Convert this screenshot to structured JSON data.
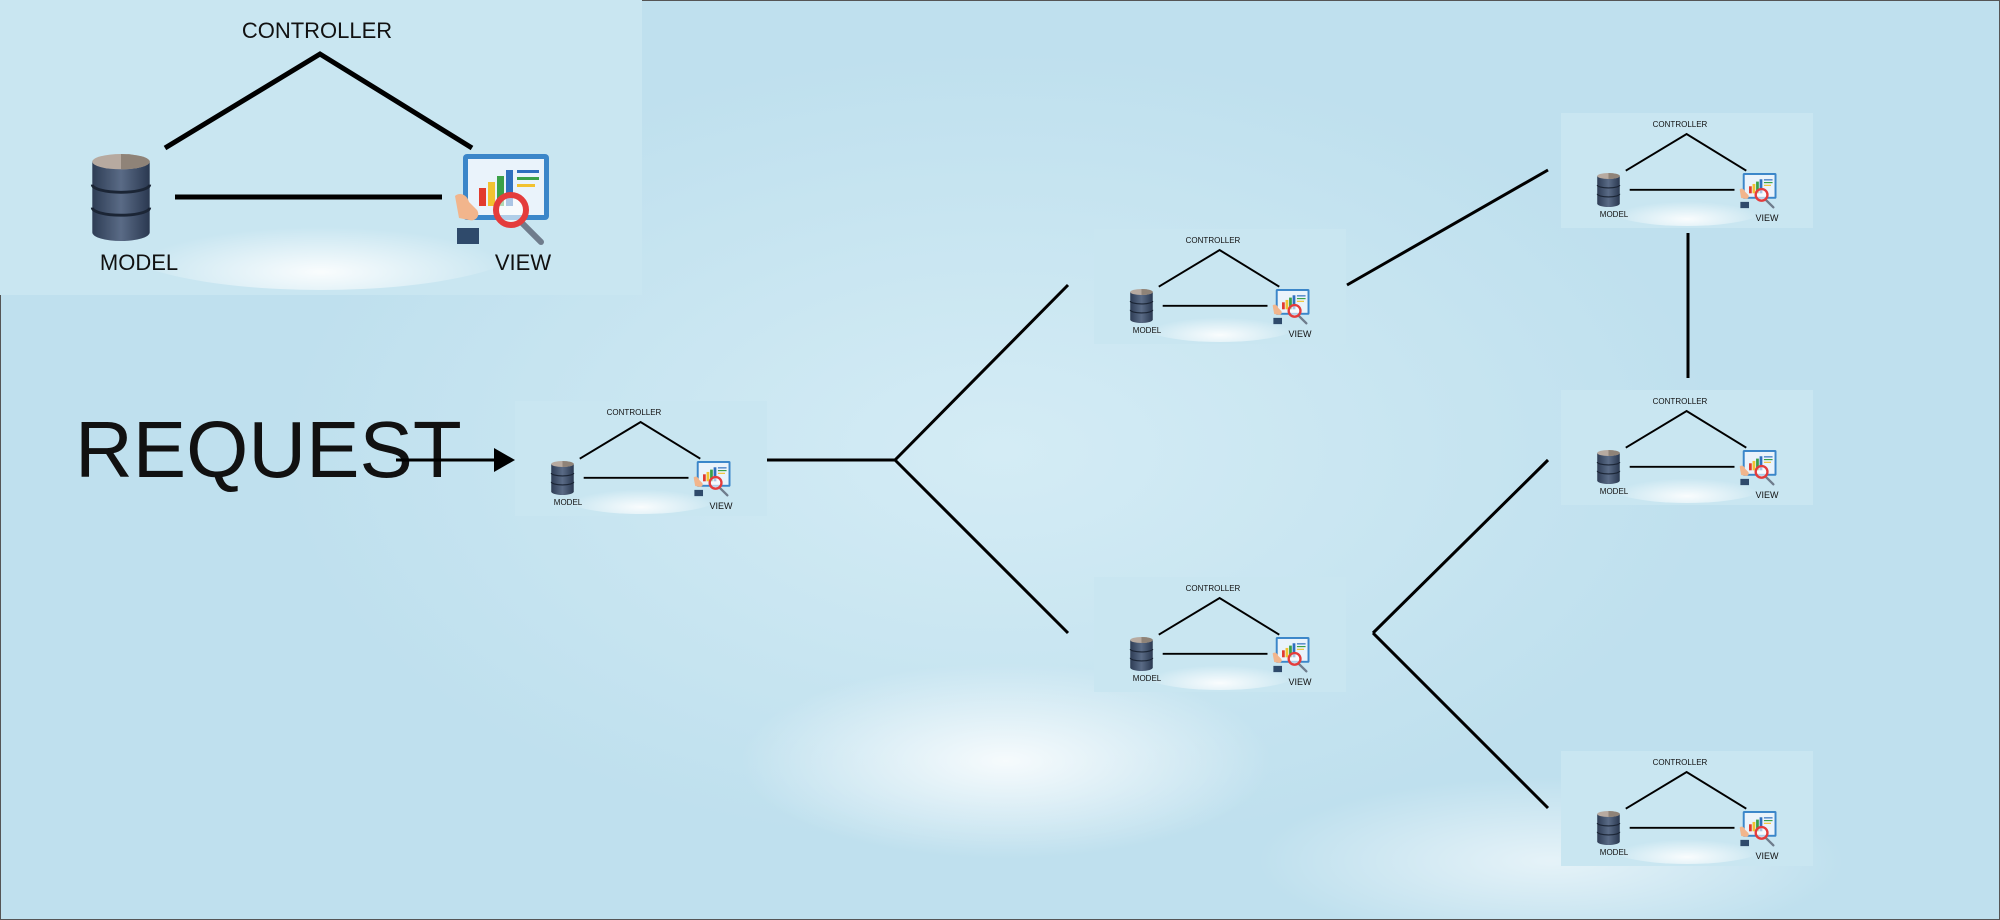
{
  "legend": {
    "controller_label": "CONTROLLER",
    "model_label": "MODEL",
    "view_label": "VIEW"
  },
  "request_label": "REQUEST",
  "nodes": [
    {
      "controller_label": "CONTROLLER",
      "model_label": "MODEL",
      "view_label": "VIEW"
    },
    {
      "controller_label": "CONTROLLER",
      "model_label": "MODEL",
      "view_label": "VIEW"
    },
    {
      "controller_label": "CONTROLLER",
      "model_label": "MODEL",
      "view_label": "VIEW"
    },
    {
      "controller_label": "CONTROLLER",
      "model_label": "MODEL",
      "view_label": "VIEW"
    },
    {
      "controller_label": "CONTROLLER",
      "model_label": "MODEL",
      "view_label": "VIEW"
    },
    {
      "controller_label": "CONTROLLER",
      "model_label": "MODEL",
      "view_label": "VIEW"
    }
  ],
  "icons": [
    "database-icon",
    "monitor-chart-magnifier-icon",
    "arrow-right-icon"
  ]
}
